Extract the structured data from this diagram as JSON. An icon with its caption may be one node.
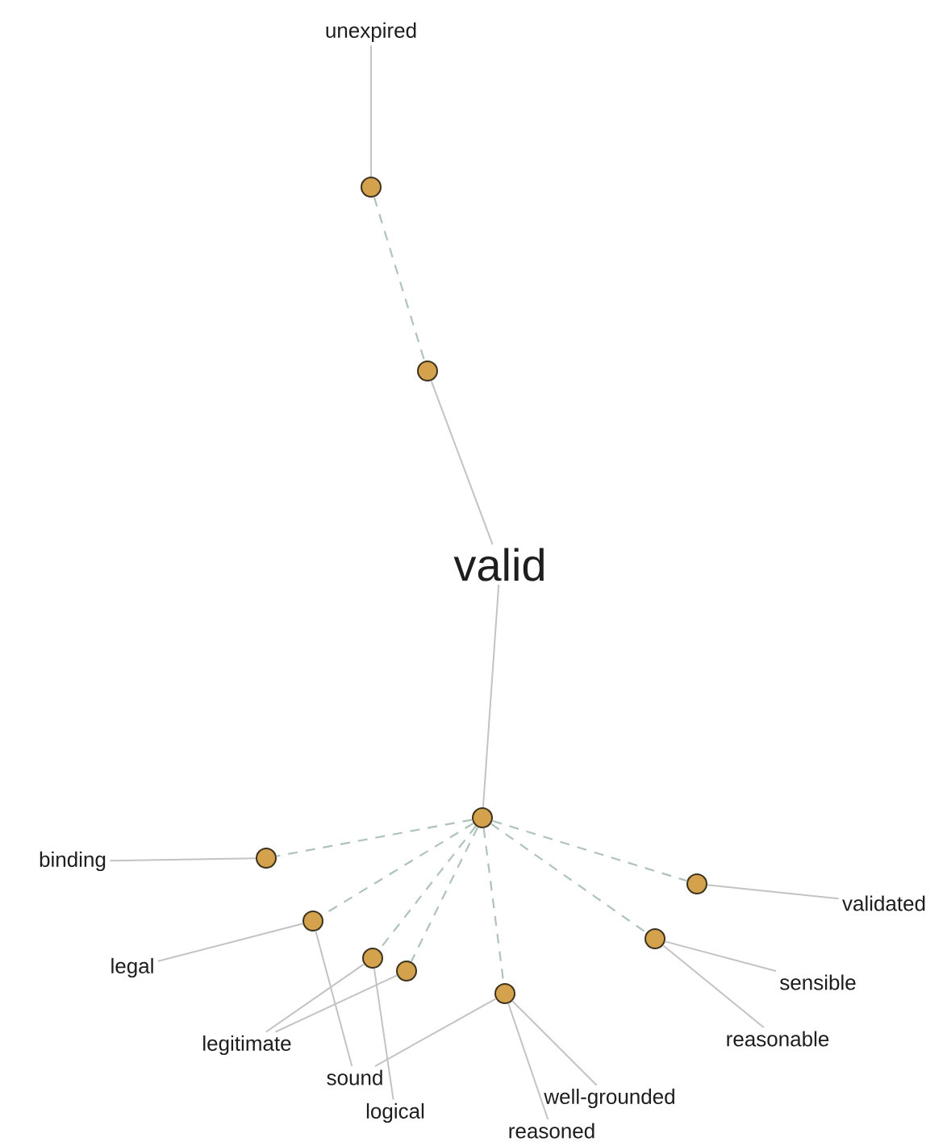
{
  "diagram": {
    "nodes": [
      {
        "text": [
          "unexpired"
        ]
      },
      {
        "text": [],
        "shape": "circle"
      },
      {
        "text": [],
        "shape": "circle"
      },
      {
        "text": [
          "valid"
        ]
      },
      {
        "text": [],
        "shape": "circle"
      },
      {
        "text": [
          "binding"
        ]
      },
      {
        "text": [],
        "shape": "circle"
      },
      {
        "text": [
          "legal"
        ]
      },
      {
        "text": [],
        "shape": "circle"
      },
      {
        "text": [
          "legitimate"
        ]
      },
      {
        "text": [],
        "shape": "circle"
      },
      {
        "text": [],
        "shape": "circle"
      },
      {
        "text": [
          "sound"
        ]
      },
      {
        "text": [
          "logical"
        ]
      },
      {
        "text": [],
        "shape": "circle"
      },
      {
        "text": [
          "well-grounded"
        ]
      },
      {
        "text": [
          "reasoned"
        ]
      },
      {
        "text": [],
        "shape": "circle"
      },
      {
        "text": [
          "validated"
        ]
      },
      {
        "text": [],
        "shape": "circle"
      },
      {
        "text": [
          "sensible"
        ]
      },
      {
        "text": [
          "reasonable"
        ]
      }
    ],
    "edges": [
      {
        "from": 0,
        "to": 1,
        "arrow": "none"
      },
      {
        "from": 1,
        "to": 2,
        "arrow": "none",
        "style": "dashed"
      },
      {
        "from": 2,
        "to": 3,
        "arrow": "none"
      },
      {
        "from": 3,
        "to": 4,
        "arrow": "none"
      },
      {
        "from": 4,
        "to": 6,
        "arrow": "none",
        "style": "dashed"
      },
      {
        "from": 4,
        "to": 8,
        "arrow": "none",
        "style": "dashed"
      },
      {
        "from": 4,
        "to": 10,
        "arrow": "none",
        "style": "dashed"
      },
      {
        "from": 4,
        "to": 11,
        "arrow": "none",
        "style": "dashed"
      },
      {
        "from": 4,
        "to": 14,
        "arrow": "none",
        "style": "dashed"
      },
      {
        "from": 4,
        "to": 17,
        "arrow": "none",
        "style": "dashed"
      },
      {
        "from": 4,
        "to": 19,
        "arrow": "none",
        "style": "dashed"
      },
      {
        "from": 6,
        "to": 5,
        "arrow": "none"
      },
      {
        "from": 8,
        "to": 7,
        "arrow": "none"
      },
      {
        "from": 8,
        "to": 12,
        "arrow": "none"
      },
      {
        "from": 10,
        "to": 9,
        "arrow": "none"
      },
      {
        "from": 11,
        "to": 9,
        "arrow": "none"
      },
      {
        "from": 10,
        "to": 13,
        "arrow": "none"
      },
      {
        "from": 14,
        "to": 12,
        "arrow": "none"
      },
      {
        "from": 14,
        "to": 16,
        "arrow": "none"
      },
      {
        "from": 14,
        "to": 15,
        "arrow": "none"
      },
      {
        "from": 17,
        "to": 18,
        "arrow": "none"
      },
      {
        "from": 19,
        "to": 20,
        "arrow": "none"
      },
      {
        "from": 19,
        "to": 21,
        "arrow": "none"
      }
    ]
  }
}
